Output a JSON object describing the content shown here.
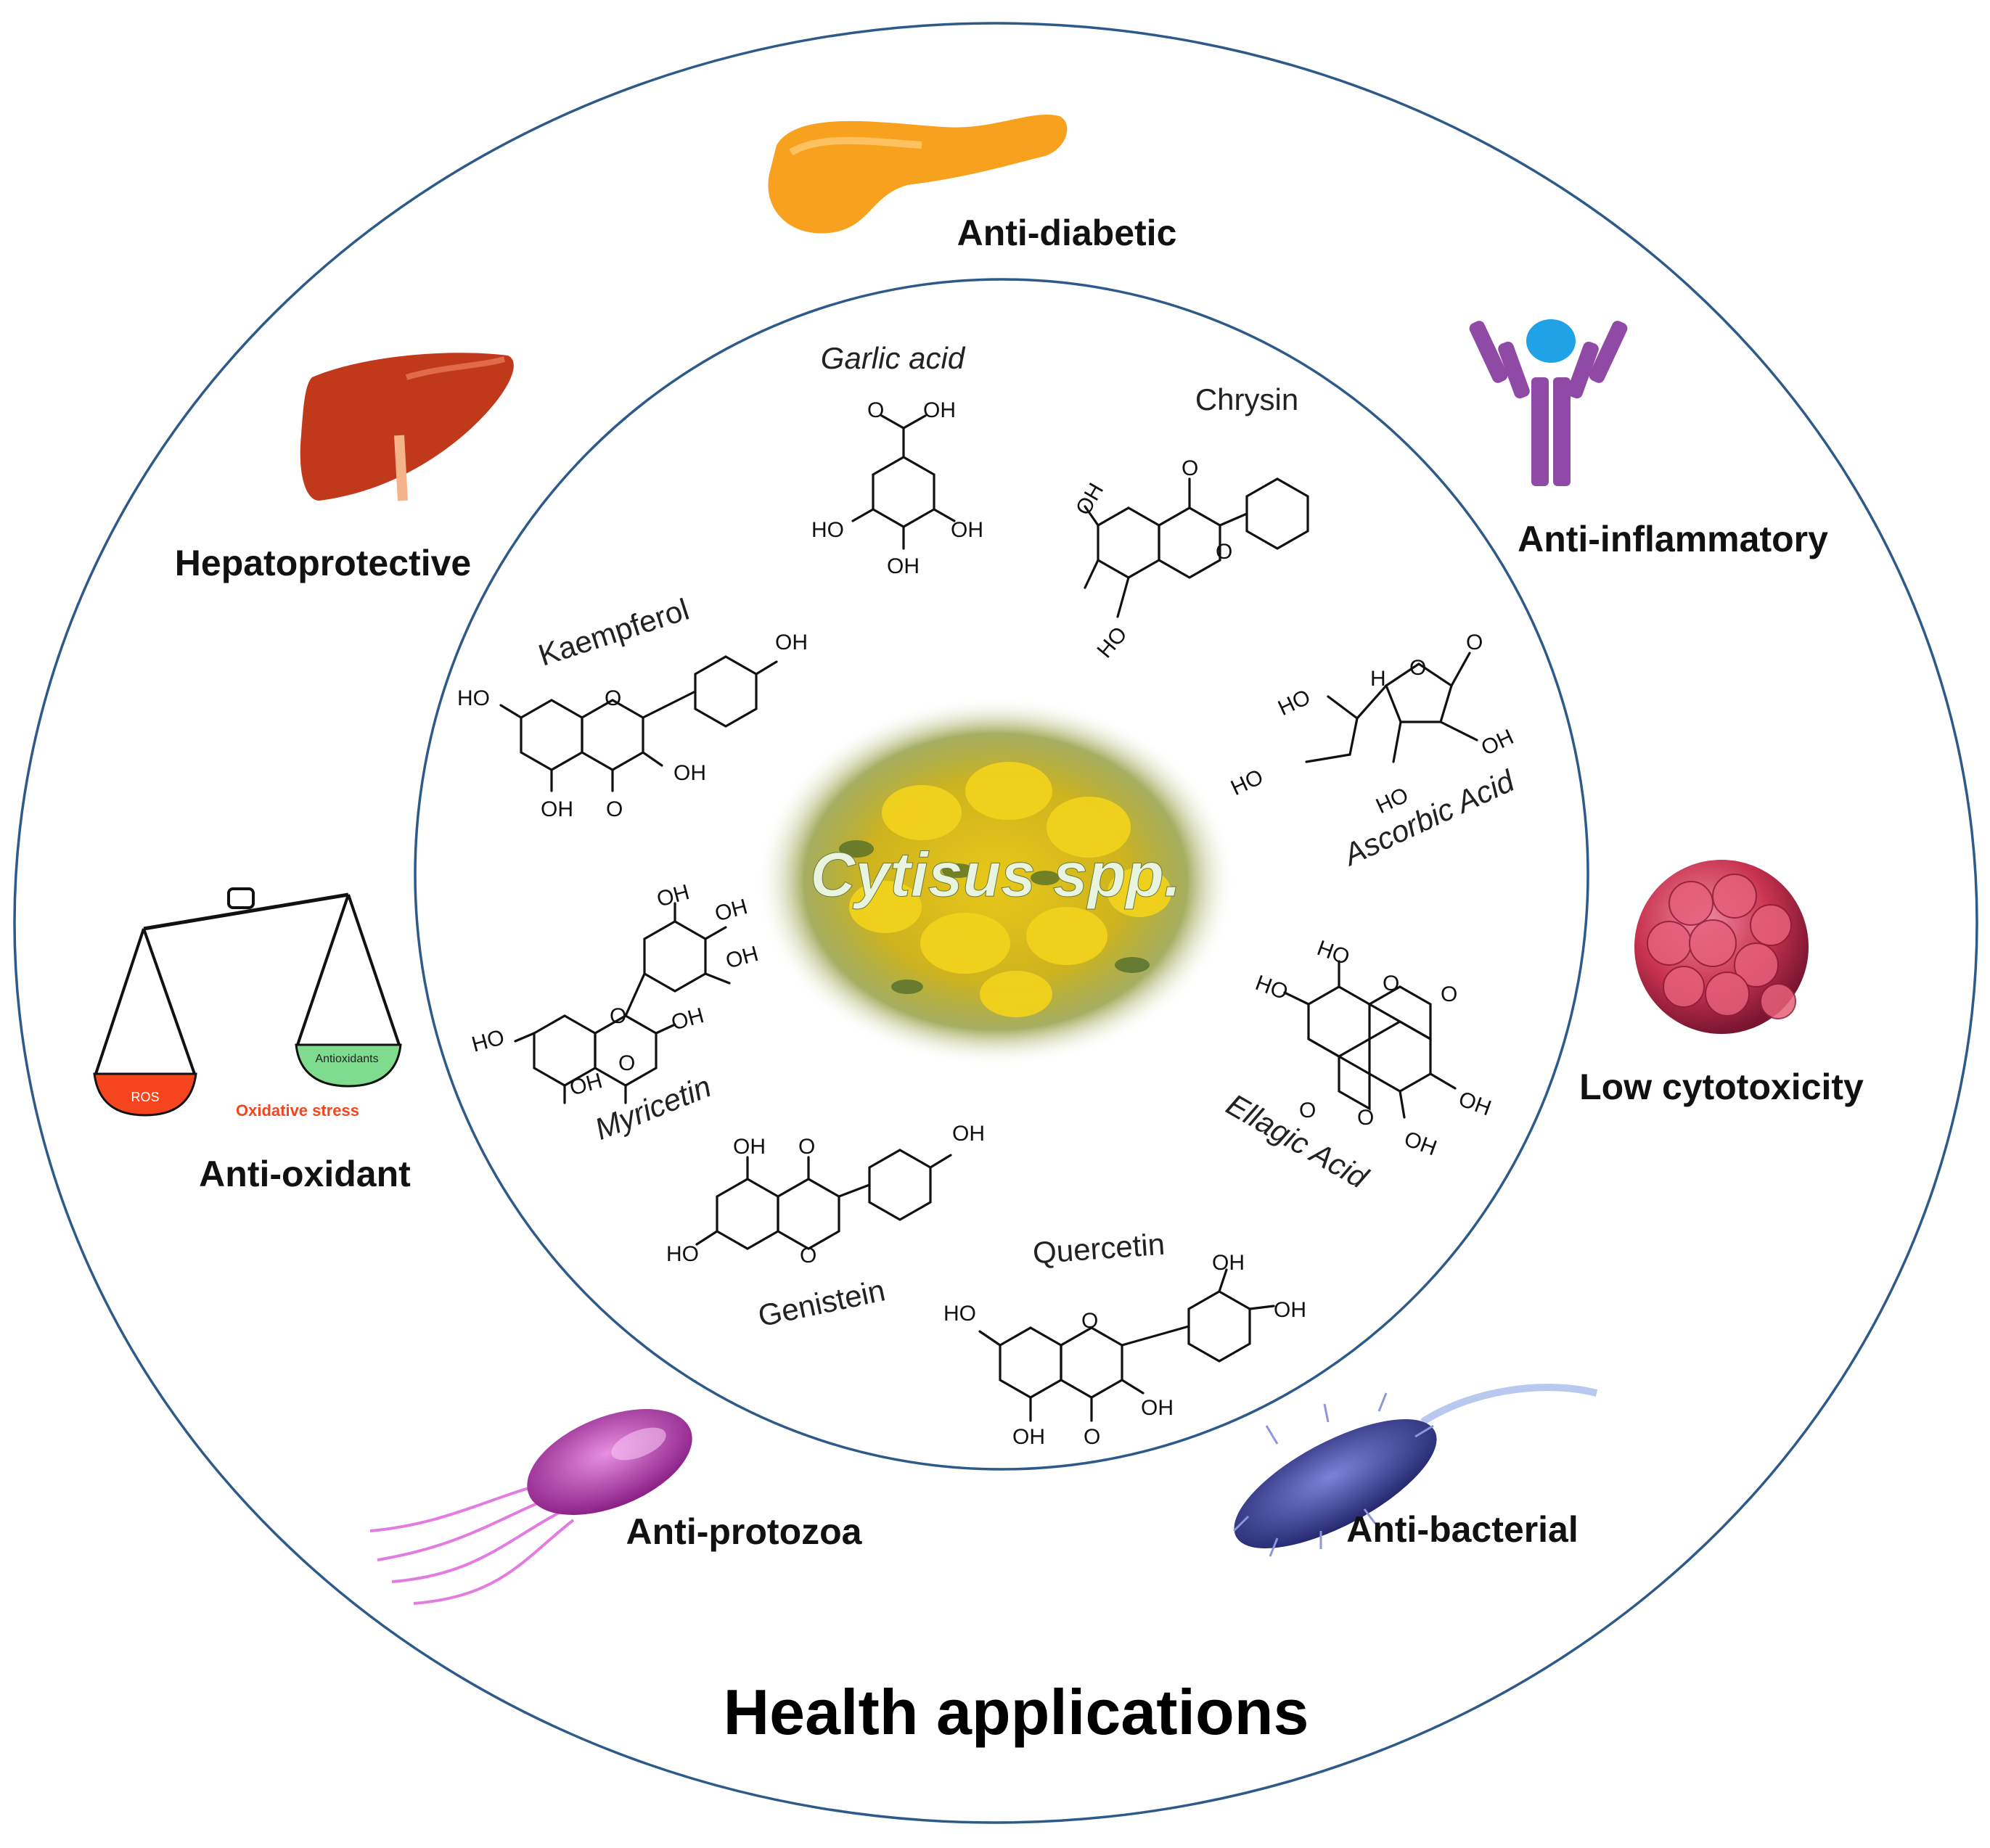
{
  "title": "Health applications",
  "center_label": "Cytisus spp.",
  "applications": [
    {
      "id": "anti-diabetic",
      "label": "Anti-diabetic",
      "icon": "pancreas-icon"
    },
    {
      "id": "anti-inflammatory",
      "label": "Anti-inflammatory",
      "icon": "antibody-icon"
    },
    {
      "id": "low-cytotoxicity",
      "label": "Low cytotoxicity",
      "icon": "cell-cluster-icon"
    },
    {
      "id": "anti-bacterial",
      "label": "Anti-bacterial",
      "icon": "bacterium-icon"
    },
    {
      "id": "anti-protozoa",
      "label": "Anti-protozoa",
      "icon": "protozoan-icon"
    },
    {
      "id": "anti-oxidant",
      "label": "Anti-oxidant",
      "icon": "balance-scale-icon"
    },
    {
      "id": "hepatoprotective",
      "label": "Hepatoprotective",
      "icon": "liver-icon"
    }
  ],
  "scale": {
    "left_pan": "ROS",
    "right_pan": "Antioxidants",
    "caption": "Oxidative stress"
  },
  "compounds": [
    {
      "id": "gallic-acid",
      "label": "Garlic acid",
      "italic": true
    },
    {
      "id": "chrysin",
      "label": "Chrysin",
      "italic": false
    },
    {
      "id": "ascorbic-acid",
      "label": "Ascorbic Acid",
      "italic": true
    },
    {
      "id": "ellagic-acid",
      "label": "Ellagic Acid",
      "italic": true
    },
    {
      "id": "quercetin",
      "label": "Quercetin",
      "italic": false
    },
    {
      "id": "genistein",
      "label": "Genistein",
      "italic": false
    },
    {
      "id": "myricetin",
      "label": "Myricetin",
      "italic": true
    },
    {
      "id": "kaempferol",
      "label": "Kaempferol",
      "italic": false
    }
  ],
  "atoms": {
    "OH": "OH",
    "HO": "HO",
    "O": "O",
    "H": "H"
  },
  "colors": {
    "ring": "#2e5a8a",
    "pancreas": "#f7a11f",
    "liver": "#c0391b",
    "antibody": "#8f4aa6",
    "antibody_top": "#1fa3e6",
    "cells": "#c8334f",
    "bacterium": "#3b3f9e",
    "protozoan": "#b23bb0",
    "ros": "#f4451f",
    "antioxidants": "#7fdc8e",
    "stress": "#f4451f"
  }
}
